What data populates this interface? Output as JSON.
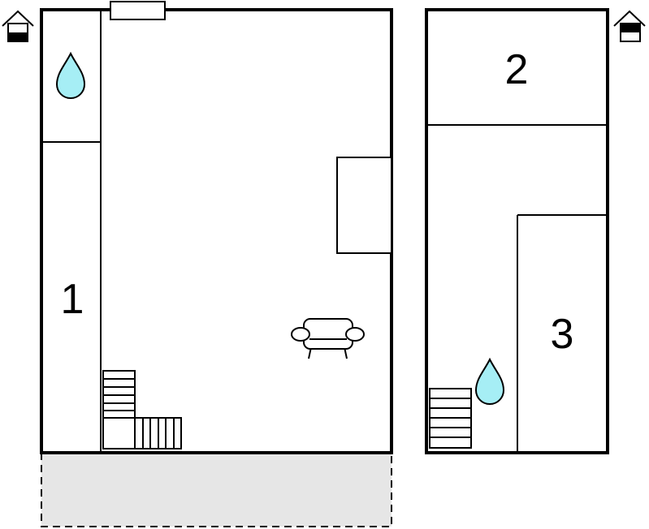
{
  "plan": {
    "rooms": [
      {
        "id": "room-1",
        "number": "1"
      },
      {
        "id": "room-2",
        "number": "2"
      },
      {
        "id": "room-3",
        "number": "3"
      }
    ],
    "icons": [
      "level-ground-floor-icon",
      "level-upper-floor-icon",
      "bathroom-water-icon",
      "armchair-icon",
      "staircase-icon"
    ],
    "colors": {
      "wall": "#000000",
      "water": "#a6eef5",
      "terrace": "#e6e6e6",
      "background": "#ffffff"
    }
  }
}
